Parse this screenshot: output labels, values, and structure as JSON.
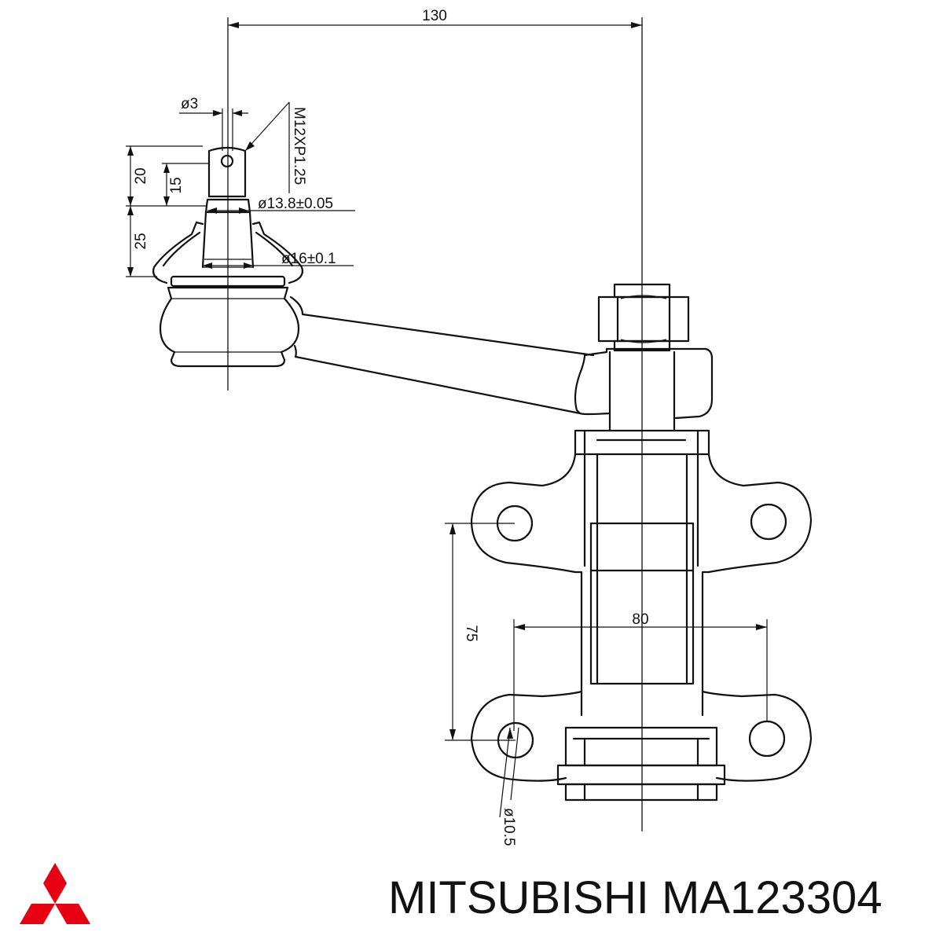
{
  "drawing": {
    "dimensions": {
      "overall_length": "130",
      "pin_diameter": "ø3",
      "thread": "M12XP1.25",
      "height_20": "20",
      "height_15": "15",
      "height_25": "25",
      "taper_diameter": "ø13.8±0.05",
      "neck_diameter": "ø16±0.1",
      "bolt_spacing_horizontal": "80",
      "bolt_spacing_vertical": "75",
      "bolt_hole_diameter": "ø10.5"
    },
    "caption": "MITSUBISHI MA123304",
    "brand_logo": {
      "name": "mitsubishi-three-diamonds-logo",
      "color": "#e60012"
    },
    "line_color": "#111111"
  }
}
